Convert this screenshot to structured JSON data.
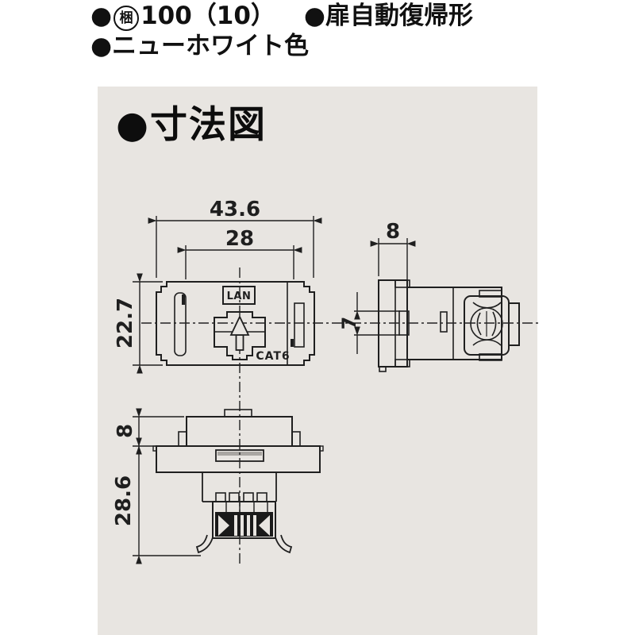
{
  "header": {
    "line1": {
      "bullet1": "●",
      "packing_symbol": "梱",
      "packing_qty": "100（10）",
      "bullet2": "●",
      "feature": "扉自動復帰形"
    },
    "line2": {
      "text": "●ニューホワイト色"
    }
  },
  "panel": {
    "title": "●寸法図"
  },
  "diagram": {
    "front_view": {
      "port_label": "LAN",
      "category_label": "CAT6"
    },
    "dimensions": {
      "overall_width_mm": "43.6",
      "opening_width_mm": "28",
      "overall_height_mm": "22.7",
      "plate_depth_mm": "8",
      "clip_opening_mm": "7",
      "boss_depth_mm": "8",
      "overall_depth_mm": "28.6"
    },
    "colors": {
      "panel_bg": "#e8e5e1",
      "line": "#1f1f1f"
    }
  }
}
